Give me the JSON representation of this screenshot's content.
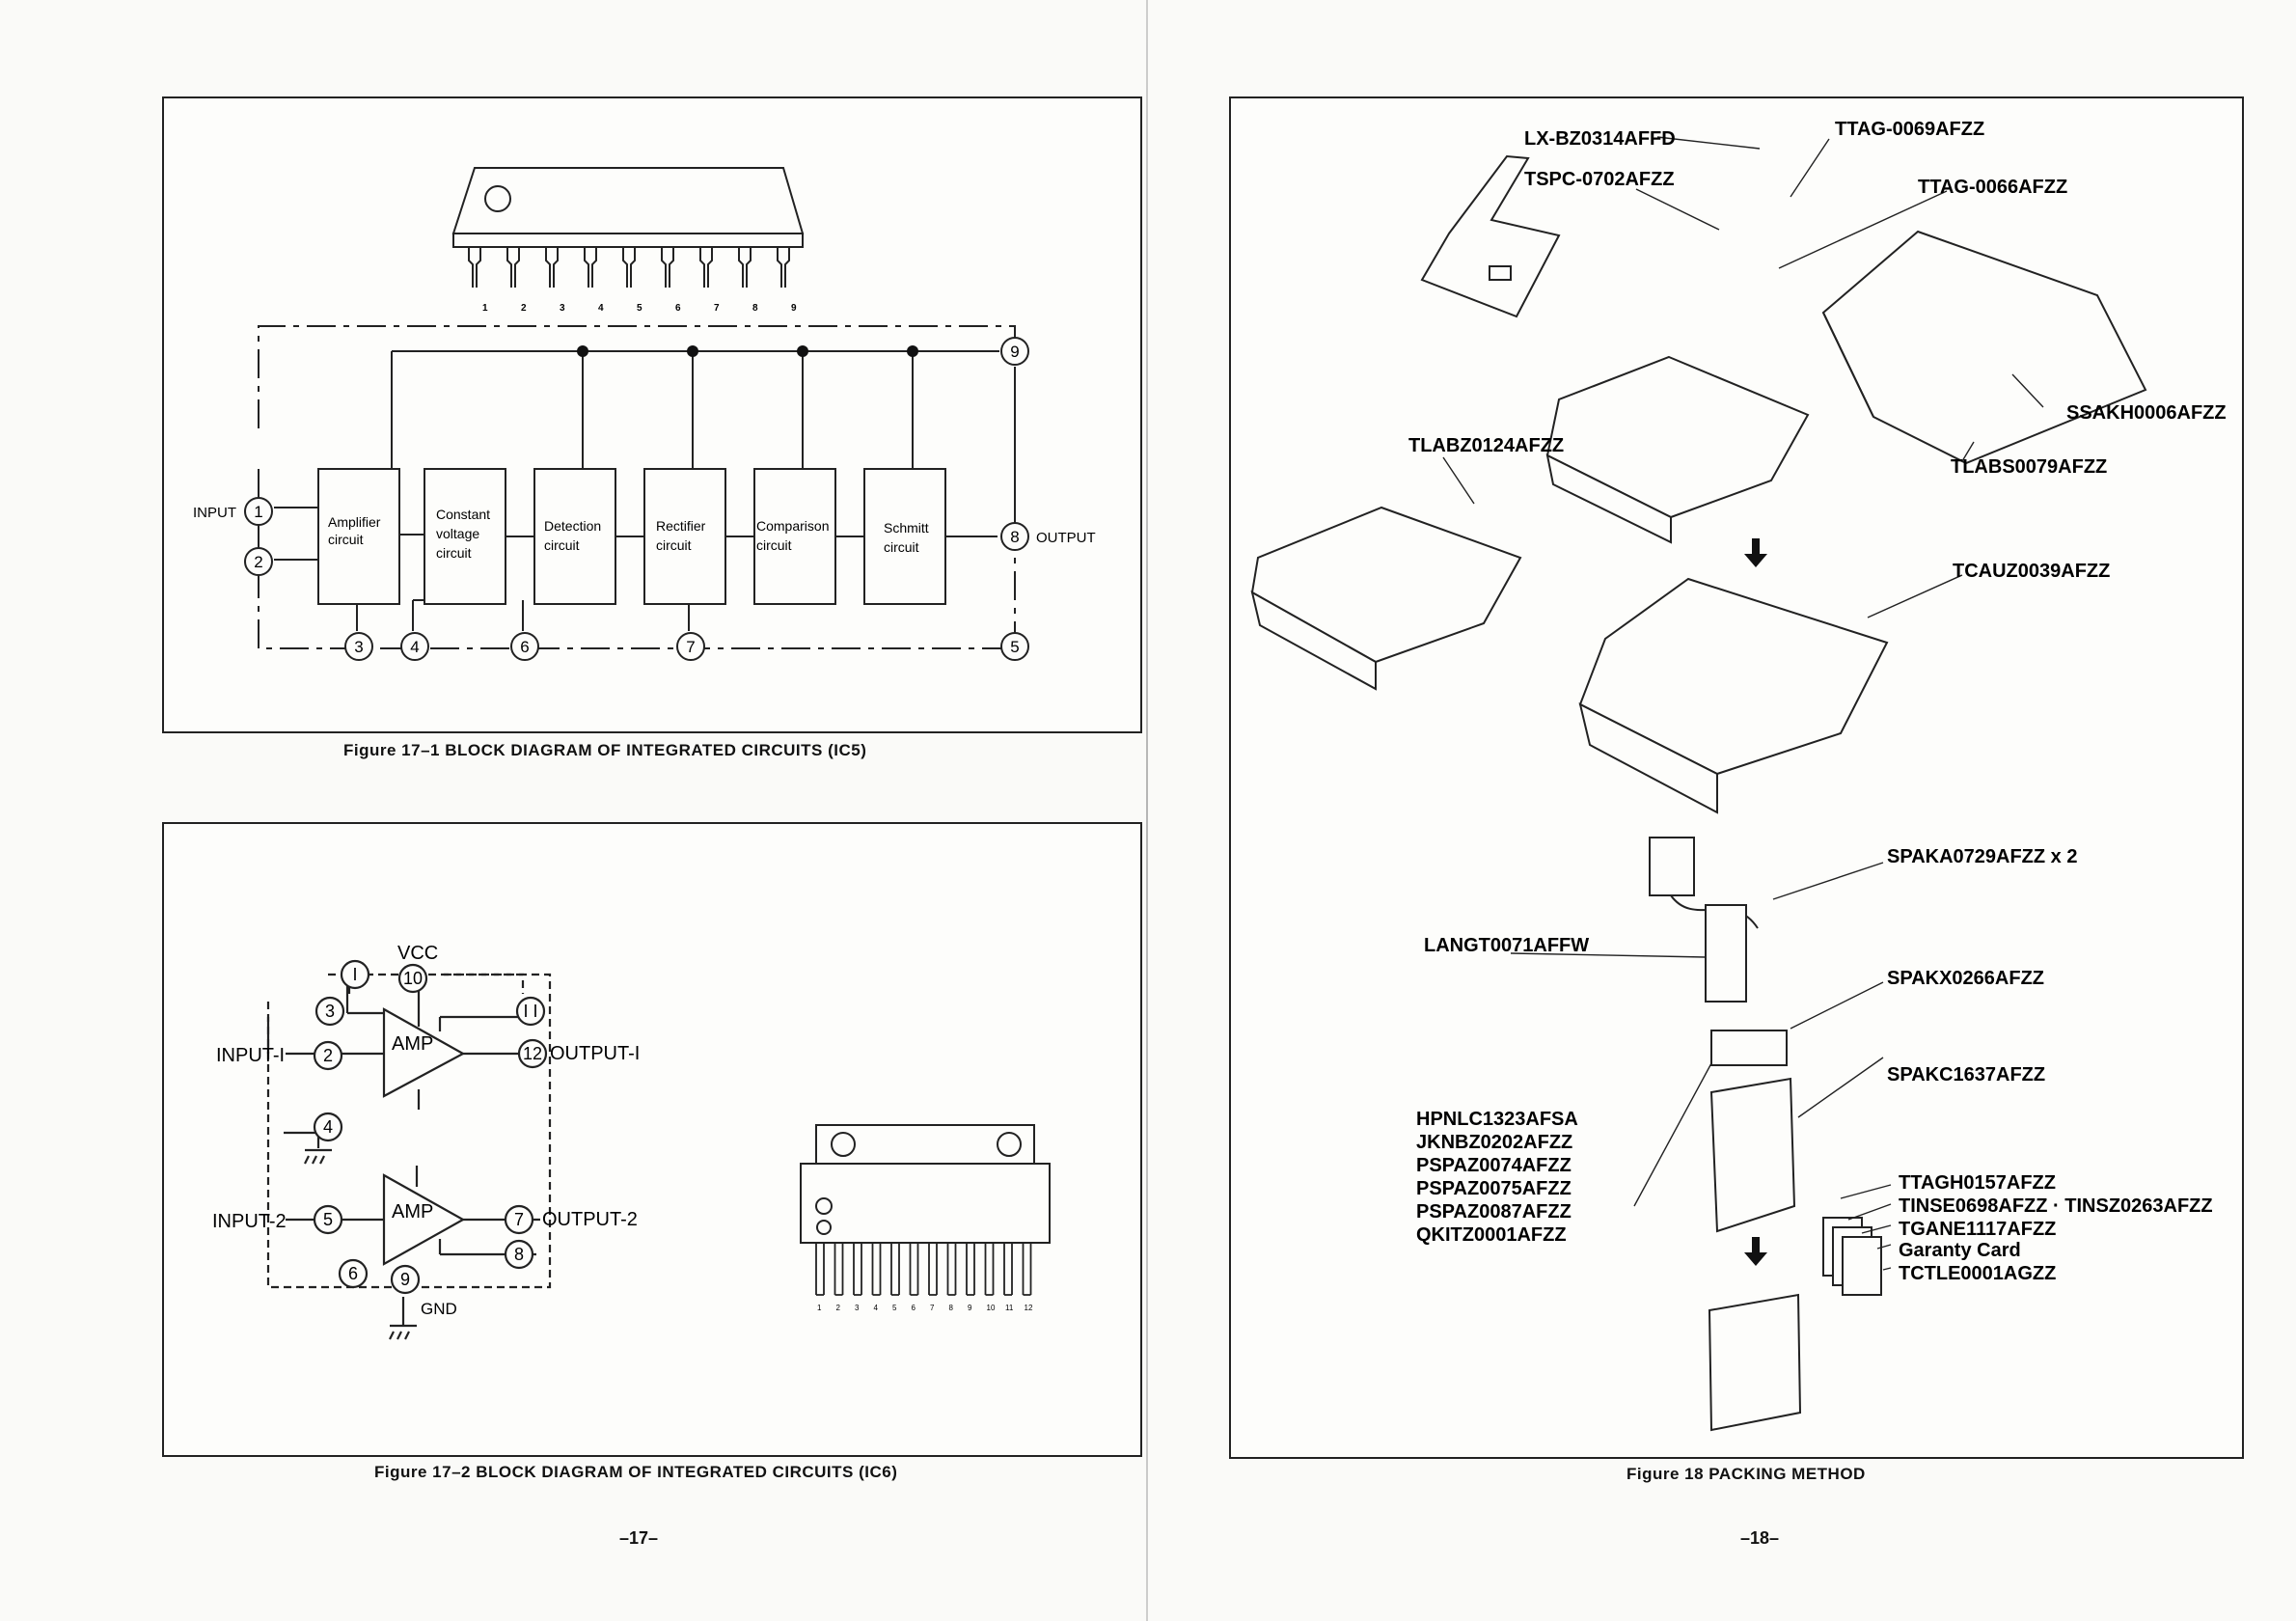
{
  "page_left": {
    "figure1": {
      "caption": "Figure 17–1 BLOCK DIAGRAM OF INTEGRATED CIRCUITS (IC5)",
      "pin_numbers": [
        "1",
        "2",
        "3",
        "4",
        "5",
        "6",
        "7",
        "8",
        "9"
      ],
      "blocks": [
        {
          "label_1": "Amplifier",
          "label_2": "circuit",
          "label_3": ""
        },
        {
          "label_1": "Constant",
          "label_2": "voltage",
          "label_3": "circuit"
        },
        {
          "label_1": "Detection",
          "label_2": "circuit",
          "label_3": ""
        },
        {
          "label_1": "Rectifier",
          "label_2": "circuit",
          "label_3": ""
        },
        {
          "label_1": "Comparison",
          "label_2": "circuit",
          "label_3": ""
        },
        {
          "label_1": "Schmitt",
          "label_2": "circuit",
          "label_3": ""
        }
      ],
      "input_label": "INPUT",
      "output_label": "OUTPUT",
      "node_numbers": {
        "n1": "1",
        "n2": "2",
        "n3": "3",
        "n4": "4",
        "n5": "5",
        "n6": "6",
        "n7": "7",
        "n8": "8",
        "n9": "9"
      }
    },
    "figure2": {
      "caption": "Figure 17–2 BLOCK DIAGRAM OF INTEGRATED CIRCUITS (IC6)",
      "vcc": "VCC",
      "gnd": "GND",
      "amp": "AMP",
      "input1": "INPUT-I",
      "input2": "INPUT-2",
      "output1": "OUTPUT-I",
      "output2": "OUTPUT-2",
      "nodes": {
        "n1": "I",
        "n2": "2",
        "n3": "3",
        "n4": "4",
        "n5": "5",
        "n6": "6",
        "n7": "7",
        "n8": "8",
        "n9": "9",
        "n10": "10",
        "n11": "I I",
        "n12": "12"
      },
      "pin_numbers": [
        "1",
        "2",
        "3",
        "4",
        "5",
        "6",
        "7",
        "8",
        "9",
        "10",
        "11",
        "12"
      ]
    },
    "page_number": "–17–"
  },
  "page_right": {
    "figure18": {
      "caption": "Figure 18 PACKING METHOD",
      "labels": {
        "lx": "LX-BZ0314AFFD",
        "ttag69": "TTAG-0069AFZZ",
        "tspc": "TSPC-0702AFZZ",
        "ttag66": "TTAG-0066AFZZ",
        "ssakh": "SSAKH0006AFZZ",
        "tlabz": "TLABZ0124AFZZ",
        "tlabs": "TLABS0079AFZZ",
        "tcauz": "TCAUZ0039AFZZ",
        "spaka": "SPAKA0729AFZZ x 2",
        "langt": "LANGT0071AFFW",
        "spakx": "SPAKX0266AFZZ",
        "spakc": "SPAKC1637AFZZ",
        "ttagh": "TTAGH0157AFZZ",
        "tinse": "TINSE0698AFZZ · TINSZ0263AFZZ",
        "tgane": "TGANE1117AFZZ",
        "garanty": "Garanty  Card",
        "tctle": "TCTLE0001AGZZ"
      },
      "accessory_list": [
        "HPNLC1323AFSA",
        "JKNBZ0202AFZZ",
        "PSPAZ0074AFZZ",
        "PSPAZ0075AFZZ",
        "PSPAZ0087AFZZ",
        "QKITZ0001AFZZ"
      ]
    },
    "page_number": "–18–"
  }
}
